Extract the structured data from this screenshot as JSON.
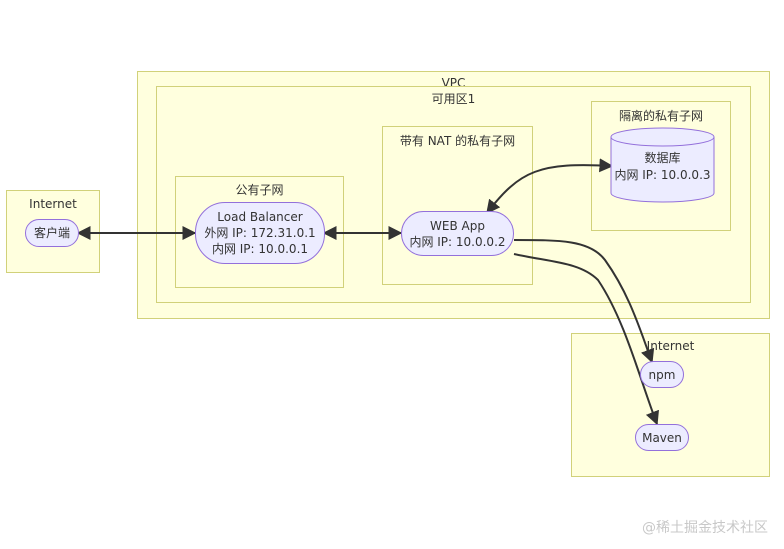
{
  "clusters": {
    "internet_left": "Internet",
    "vpc": "VPC",
    "az": "可用区1",
    "public_subnet": "公有子网",
    "private_nat_subnet": "带有 NAT 的私有子网",
    "isolated_subnet": "隔离的私有子网",
    "internet_right": "Internet"
  },
  "nodes": {
    "client": "客户端",
    "lb_title": "Load Balancer",
    "lb_public_ip": "外网 IP: 172.31.0.1",
    "lb_private_ip": "内网 IP: 10.0.0.1",
    "web_title": "WEB App",
    "web_private_ip": "内网 IP: 10.0.0.2",
    "db_title": "数据库",
    "db_private_ip": "内网 IP: 10.0.0.3",
    "npm": "npm",
    "maven": "Maven"
  },
  "colors": {
    "cluster_fill": "#ffffde",
    "cluster_border": "#d1d17a",
    "node_fill": "#ececff",
    "node_border": "#9370db",
    "edge": "#333333"
  },
  "watermark": "@稀土掘金技术社区"
}
